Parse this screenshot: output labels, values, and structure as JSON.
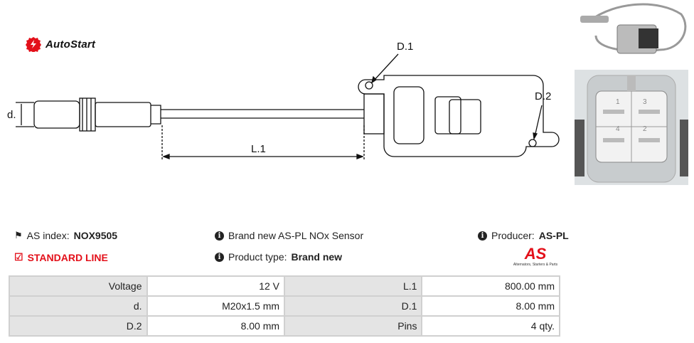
{
  "brand": {
    "name": "AutoStart",
    "color": "#e3101a"
  },
  "diagram": {
    "labels": {
      "d": "d.",
      "l1": "L.1",
      "d1": "D.1",
      "d2": "D.2"
    }
  },
  "connector_photo": {
    "pins": [
      "1",
      "3",
      "4",
      "2"
    ]
  },
  "info": {
    "as_index_label": "AS index:",
    "as_index_value": "NOX9505",
    "standard_line": "STANDARD LINE",
    "description": "Brand new AS-PL NOx Sensor",
    "product_type_label": "Product type:",
    "product_type_value": "Brand new",
    "producer_label": "Producer:",
    "producer_value": "AS-PL",
    "producer_logo_text": "AS",
    "producer_tagline": "Alternators, Starters & Parts"
  },
  "specs": [
    {
      "l1": "Voltage",
      "v1": "12 V",
      "l2": "L.1",
      "v2": "800.00 mm"
    },
    {
      "l1": "d.",
      "v1": "M20x1.5 mm",
      "l2": "D.1",
      "v2": "8.00 mm"
    },
    {
      "l1": "D.2",
      "v1": "8.00 mm",
      "l2": "Pins",
      "v2": "4 qty."
    }
  ]
}
